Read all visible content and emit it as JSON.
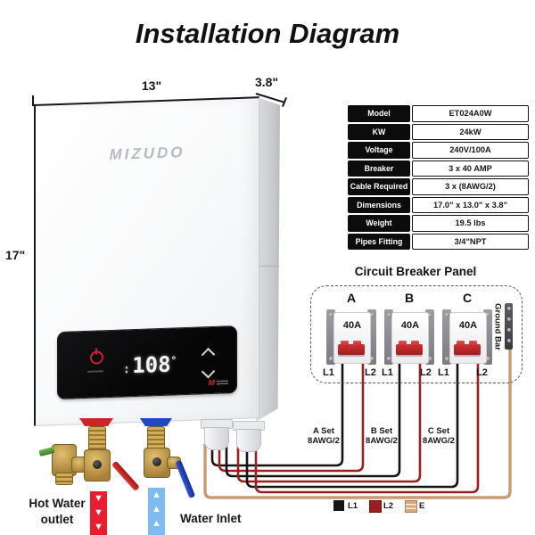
{
  "title": "Installation Diagram",
  "heater": {
    "brand": "MIZUDO",
    "dim_width": "13\"",
    "dim_depth": "3.8\"",
    "dim_height": "17\"",
    "display_temp": "108",
    "display_degree": "°"
  },
  "spec_table": {
    "rows": [
      {
        "label": "Model",
        "value": "ET024A0W"
      },
      {
        "label": "KW",
        "value": "24kW"
      },
      {
        "label": "Voltage",
        "value": "240V/100A"
      },
      {
        "label": "Breaker",
        "value": "3 x 40 AMP"
      },
      {
        "label": "Cable Required",
        "value": "3 x (8AWG/2)"
      },
      {
        "label": "Dimensions",
        "value": "17.0\" x 13.0\" x 3.8\""
      },
      {
        "label": "Weight",
        "value": "19.5 lbs"
      },
      {
        "label": "Pipes Fitting",
        "value": "3/4\"NPT"
      }
    ]
  },
  "breaker_panel": {
    "title": "Circuit Breaker Panel",
    "ground_bar_label": "Ground Bar",
    "breakers": [
      {
        "name": "A",
        "rating": "40A",
        "left_terminal": "L1",
        "right_terminal": "L2"
      },
      {
        "name": "B",
        "rating": "40A",
        "left_terminal": "L1",
        "right_terminal": "L2"
      },
      {
        "name": "C",
        "rating": "40A",
        "left_terminal": "L1",
        "right_terminal": "L2"
      }
    ]
  },
  "cable_sets": [
    {
      "line1": "A Set",
      "line2": "8AWG/2"
    },
    {
      "line1": "B Set",
      "line2": "8AWG/2"
    },
    {
      "line1": "C Set",
      "line2": "8AWG/2"
    }
  ],
  "legend": {
    "l1": {
      "label": "L1",
      "color": "#141414"
    },
    "l2": {
      "label": "L2",
      "color": "#9c1f1f"
    },
    "e": {
      "label": "E",
      "color": "#cf9f74"
    }
  },
  "plumbing": {
    "hot_label_line1": "Hot Water",
    "hot_label_line2": "outlet",
    "cold_label": "Water Inlet"
  },
  "colors": {
    "wire_l1": "#141414",
    "wire_l2": "#9c1f1f",
    "wire_ground": "#c89b73",
    "hot_pipe": "#ec1b2d",
    "cold_pipe": "#7fbbf3",
    "breaker_switch_red": "#c32a2a",
    "table_header_bg": "#0c0c0c"
  }
}
